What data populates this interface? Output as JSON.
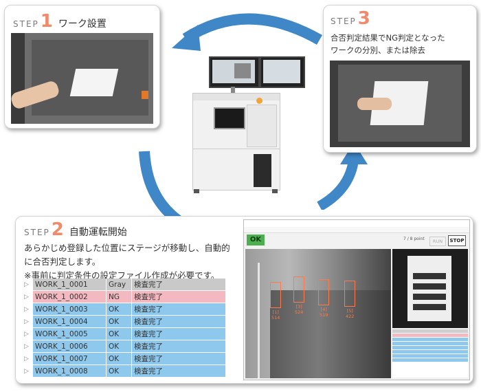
{
  "colors": {
    "accent": "#f08a6a",
    "arrow": "#3f87c6",
    "ok_row": "#8ec8ec",
    "ng_row": "#f3b8c0",
    "gray_row": "#c9c9c9",
    "ok_button": "#4caf50"
  },
  "step1": {
    "word": "STEP",
    "num": "1",
    "label": "ワーク設置"
  },
  "step3": {
    "word": "STEP",
    "num": "3",
    "lines": [
      "合否判定結果でNG判定となった",
      "ワークの分別、または除去"
    ]
  },
  "step2": {
    "word": "STEP",
    "num": "2",
    "label": "自動運転開始",
    "desc": [
      "あらかじめ登録した位置にステージが移動し、自動的",
      "に合否判定します。",
      "※事前に判定条件の設定ファイル作成が必要です。"
    ],
    "rows": [
      {
        "id": "WORK_1_0001",
        "result": "Gray",
        "status": "検査完了",
        "kind": "gray"
      },
      {
        "id": "WORK_1_0002",
        "result": "NG",
        "status": "検査完了",
        "kind": "ng"
      },
      {
        "id": "WORK_1_0003",
        "result": "OK",
        "status": "検査完了",
        "kind": "ok"
      },
      {
        "id": "WORK_1_0004",
        "result": "OK",
        "status": "検査完了",
        "kind": "ok"
      },
      {
        "id": "WORK_1_0005",
        "result": "OK",
        "status": "検査完了",
        "kind": "ok"
      },
      {
        "id": "WORK_1_0006",
        "result": "OK",
        "status": "検査完了",
        "kind": "ok"
      },
      {
        "id": "WORK_1_0007",
        "result": "OK",
        "status": "検査完了",
        "kind": "ok"
      },
      {
        "id": "WORK_1_0008",
        "result": "OK",
        "status": "検査完了",
        "kind": "ok"
      }
    ]
  },
  "software": {
    "ok_label": "OK",
    "run_label": "RUN",
    "stop_label": "STOP",
    "page_indicator": "7 / 8 point",
    "measurements": [
      {
        "idx": "[1]",
        "val": "514"
      },
      {
        "idx": "[3]",
        "val": "524"
      },
      {
        "idx": "[4]",
        "val": "519"
      },
      {
        "idx": "[5]",
        "val": "422"
      }
    ]
  },
  "icons": [
    "row-expand-triangle-icon",
    "curved-arrow-icon"
  ]
}
